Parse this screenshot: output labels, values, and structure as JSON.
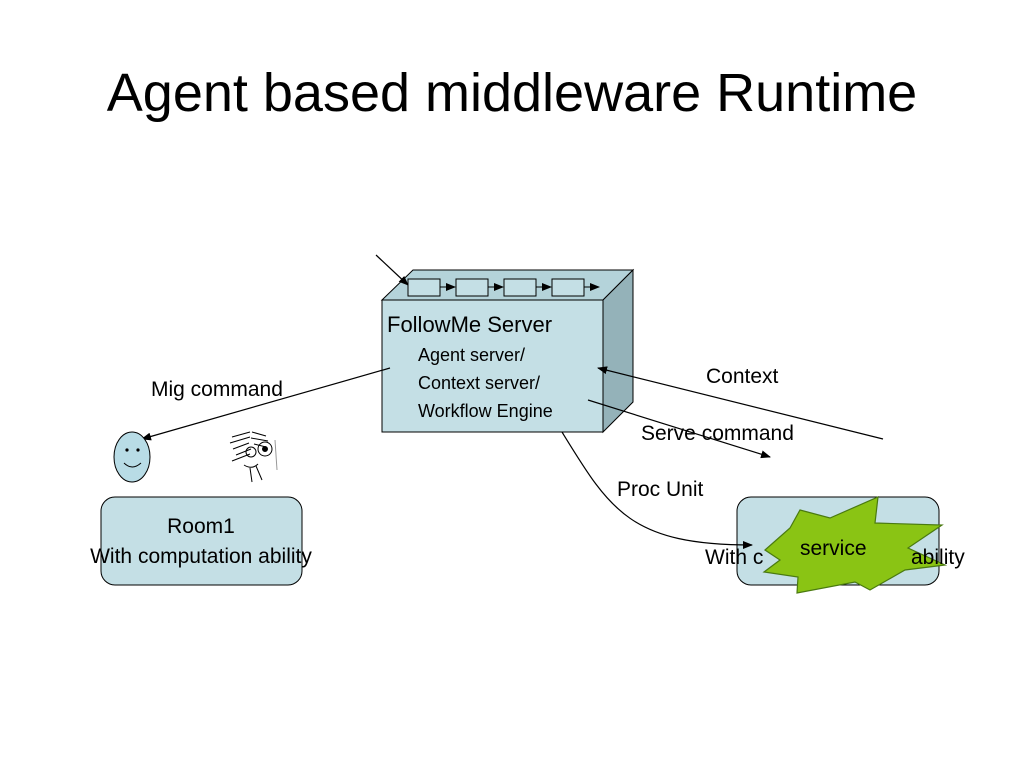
{
  "slide": {
    "title": "Agent based middleware Runtime"
  },
  "server": {
    "name": "FollowMe Server",
    "roles": [
      "Agent server/",
      "Context server/",
      "Workflow Engine"
    ]
  },
  "rooms": [
    {
      "name": "Room1",
      "caption": "With computation ability"
    },
    {
      "caption_visible_left": "With c",
      "caption_visible_right": "ability"
    }
  ],
  "edges": {
    "mig_command": "Mig command",
    "context": "Context",
    "serve_command": "Serve command",
    "proc_unit": "Proc Unit"
  },
  "burst": {
    "label": "service"
  },
  "colors": {
    "box_fill": "#c4dfe5",
    "box_side": "#94b2b9",
    "box_top": "#b4d3da",
    "face_fill": "#b8dce6",
    "burst_fill": "#8ac414",
    "burst_stroke": "#4a7a10"
  }
}
